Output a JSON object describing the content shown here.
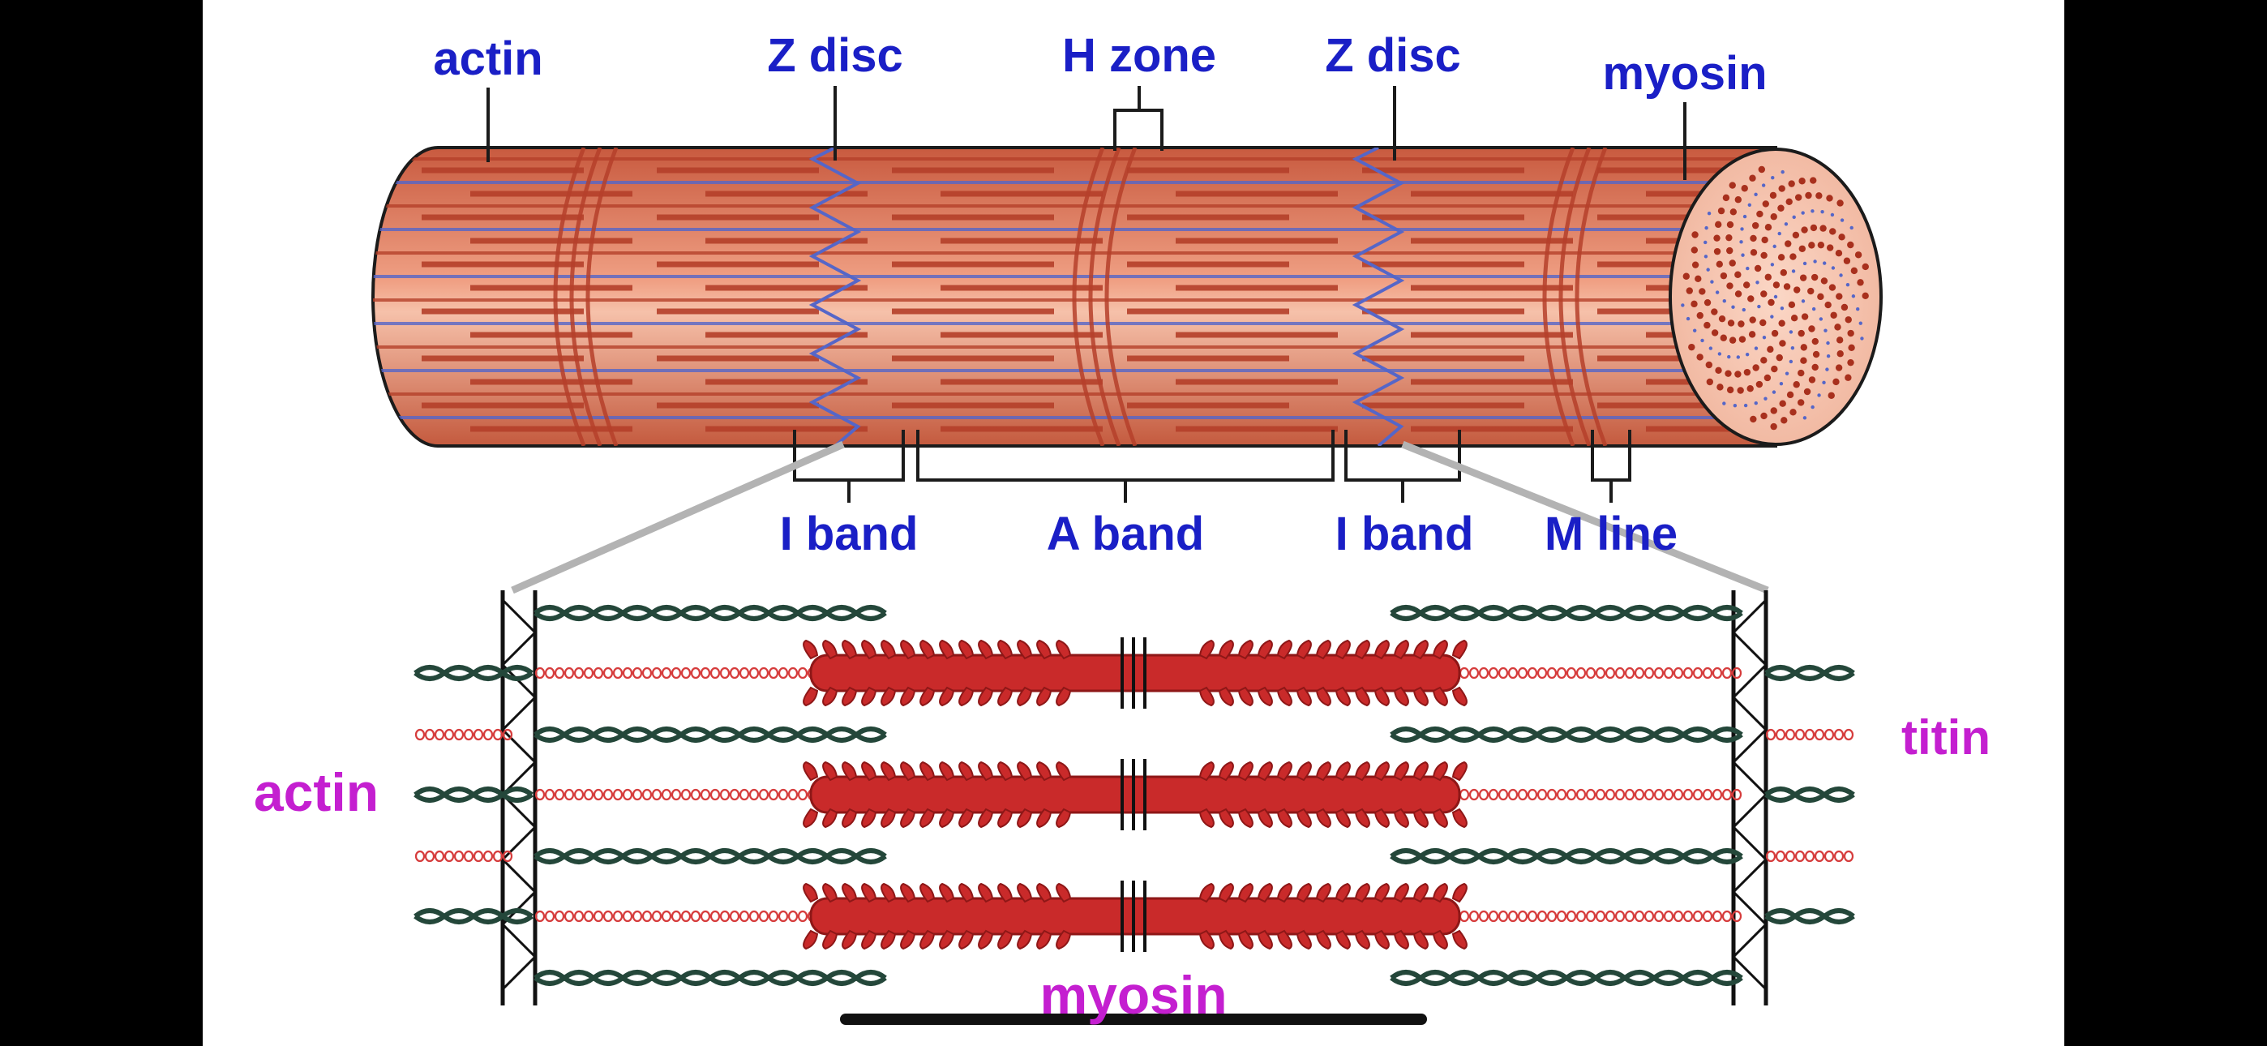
{
  "diagram": {
    "labels": {
      "actin_top": "actin",
      "z_disc_left": "Z disc",
      "h_zone": "H zone",
      "z_disc_right": "Z disc",
      "myosin_top": "myosin",
      "i_band_left": "I band",
      "a_band": "A band",
      "i_band_right": "I band",
      "m_line": "M line",
      "actin_bottom": "actin",
      "titin": "titin",
      "myosin_bottom": "myosin"
    },
    "colors": {
      "background": "#000000",
      "panel": "#ffffff",
      "top_label": "#1a1fc6",
      "bottom_label": "#c41fd0",
      "fiber_base": "#e07a5f",
      "fiber_dark": "#b5402a",
      "fiber_light": "#f4b9a1",
      "actin_strand": "#24473a",
      "titin_strand": "#d63c3c",
      "myosin": "#c92a2a",
      "myosin_dark": "#8e1717",
      "zdisc_line": "#5566c8"
    }
  }
}
